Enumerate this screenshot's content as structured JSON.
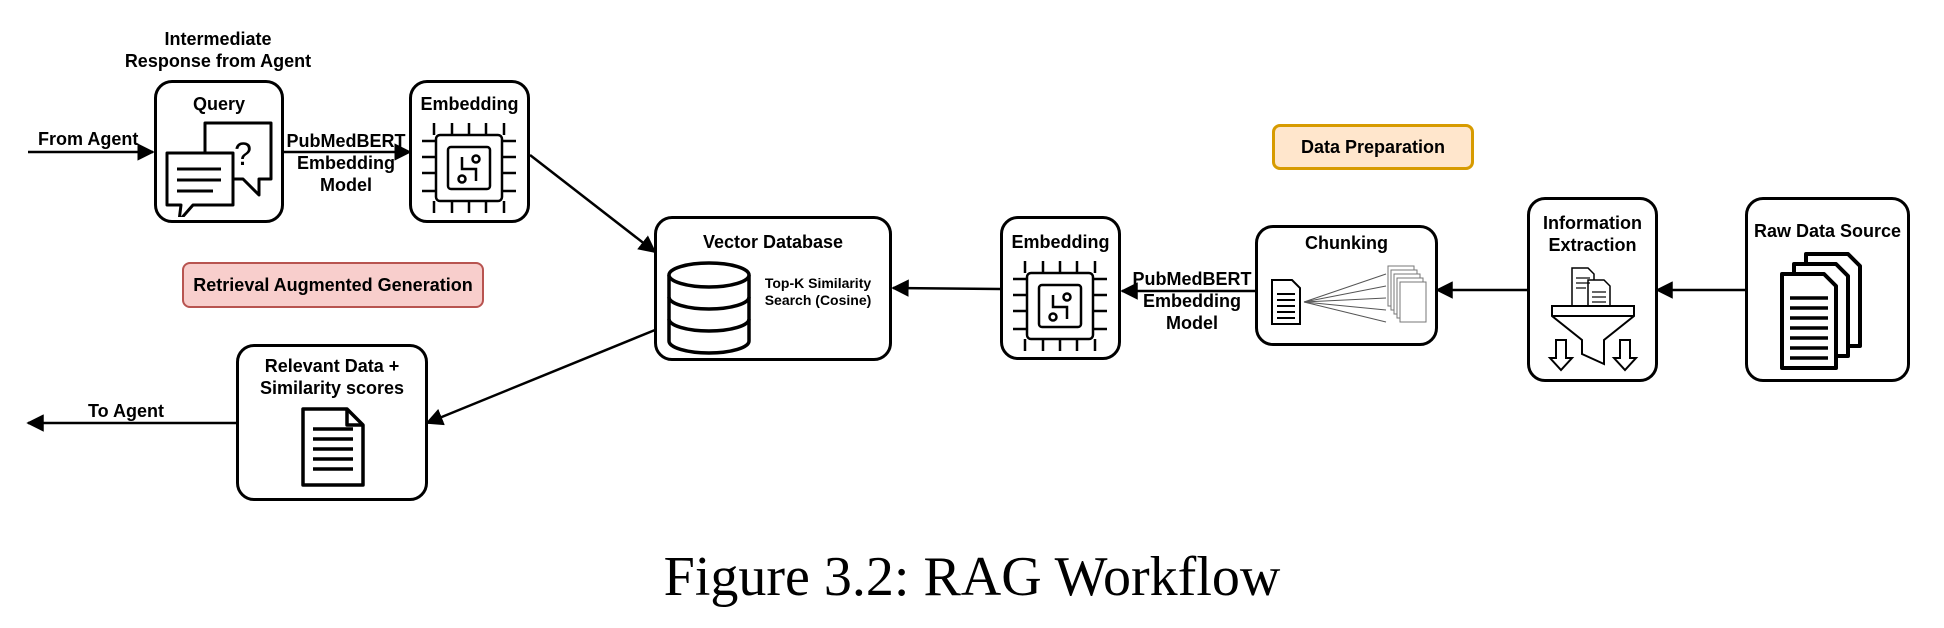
{
  "labels": {
    "intermediate_response": "Intermediate\nResponse from Agent",
    "query": "Query",
    "from_agent": "From Agent",
    "pubmedbert_left": "PubMedBERT\nEmbedding\nModel",
    "embedding_left": "Embedding",
    "retrieval_augmented_generation": "Retrieval Augmented Generation",
    "vector_database": "Vector Database",
    "top_k_search": "Top-K Similarity\nSearch (Cosine)",
    "relevant_data": "Relevant Data +\nSimilarity scores",
    "to_agent": "To Agent",
    "embedding_right": "Embedding",
    "pubmedbert_right": "PubMedBERT\nEmbedding\nModel",
    "data_preparation": "Data Preparation",
    "chunking": "Chunking",
    "information_extraction": "Information\nExtraction",
    "raw_data_source": "Raw Data Source"
  },
  "caption": "Figure 3.2: RAG Workflow",
  "colors": {
    "rag_tag_fill": "#f8cecc",
    "rag_tag_border": "#b85450",
    "prep_tag_fill": "#ffe6cc",
    "prep_tag_border": "#d79b00"
  },
  "icons": [
    "chat-bubbles-icon",
    "chip-icon",
    "database-icon",
    "document-icon",
    "chunk-documents-icon",
    "funnel-extraction-icon",
    "document-stack-icon"
  ]
}
